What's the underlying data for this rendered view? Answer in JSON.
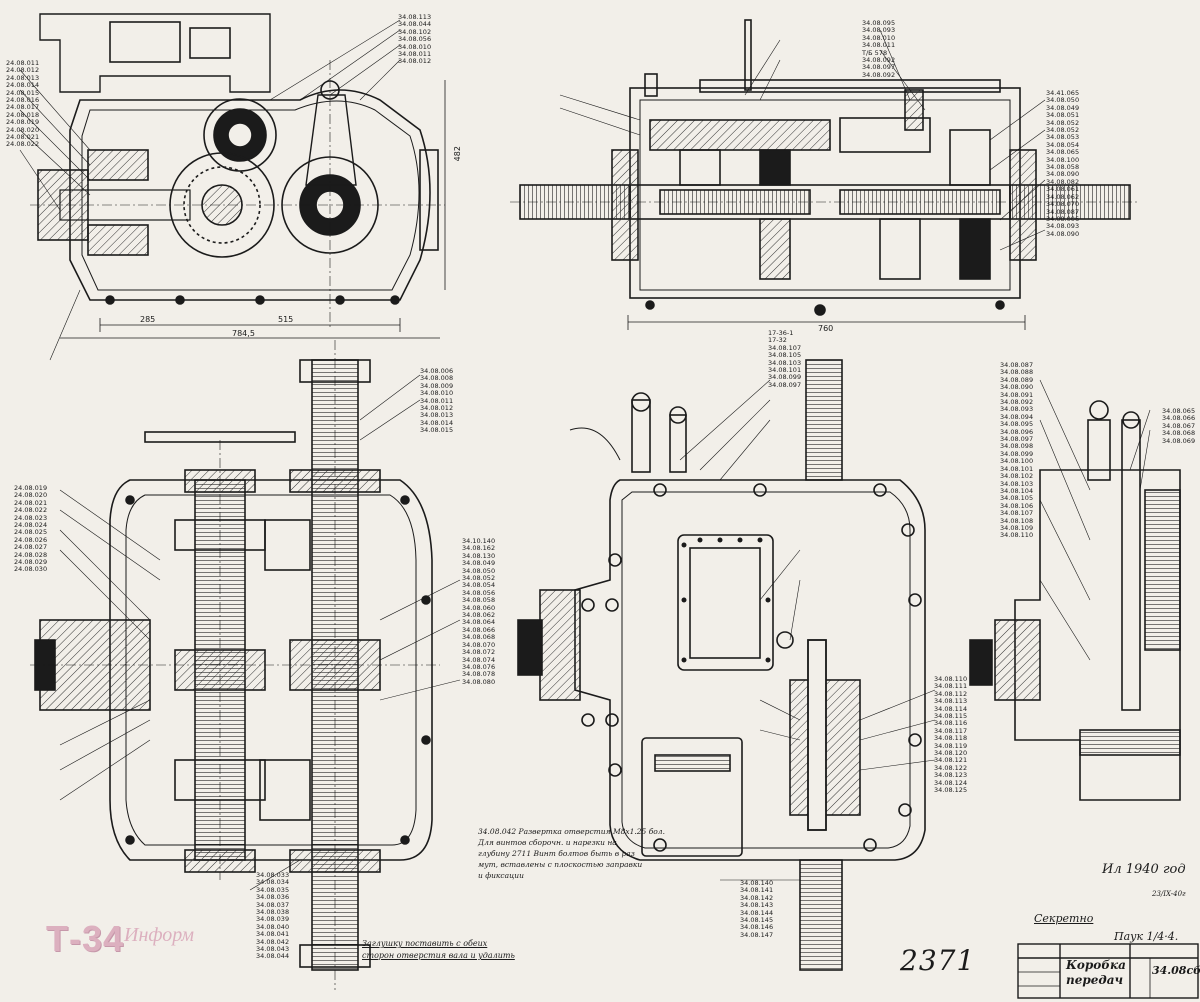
{
  "sheet": {
    "title_block": {
      "name_line1": "Коробка",
      "name_line2": "передач",
      "number": "34.08сб"
    },
    "classification": "Секретно",
    "signature_note": "Паук 1/4·4.",
    "date_note": "Ил 1940 год",
    "date_small": "23/IX-40г",
    "big_number": "2371"
  },
  "watermark": {
    "main": "Т-34",
    "sub": "Информ"
  },
  "notes": {
    "middle": [
      "34.08.042 Развертка отверстия М8х1.25 бол.",
      "Для винтов сборочн. и нарезки на",
      "глубину 2711 Винт болтов быть в раз",
      "мут, вставлены с плоскостью заправки",
      "и фиксации"
    ],
    "bottom": [
      "Заглушку поставить с обеих",
      "сторон отверстия вала и удалить"
    ]
  },
  "dimensions": {
    "front_total": "784,5",
    "front_left": "285",
    "front_right": "515",
    "side_total": "760",
    "front_height": "482"
  },
  "callouts": {
    "front_left": [
      "24.08.011",
      "24.08.012",
      "24.08.013",
      "24.08.014",
      "24.08.015",
      "24.08.016",
      "24.08.017",
      "24.08.018",
      "24.08.019",
      "24.08.020",
      "24.08.021",
      "24.08.022"
    ],
    "front_top": [
      "34.08.113",
      "34.08.044",
      "34.08.102",
      "34.08.056",
      "34.08.010",
      "34.08.011",
      "34.08.012"
    ],
    "side_top": [
      "34.08.095",
      "34.08.093",
      "34.08.010",
      "34.08.011",
      "Т/Б 578",
      "34.08.092",
      "34.08.097",
      "34.08.092"
    ],
    "side_right": [
      "34.41.065",
      "34.08.050",
      "34.08.049",
      "34.08.051",
      "34.08.052",
      "34.08.052",
      "34.08.053",
      "34.08.054",
      "34.08.065",
      "34.08.100",
      "34.08.058",
      "34.08.090",
      "34.08.082",
      "34.08.061",
      "34.08.062",
      "34.08.070",
      "34.08.087",
      "34.08.006",
      "34.08.093",
      "34.08.090"
    ],
    "plan_left": [
      "24.08.019",
      "24.08.020",
      "24.08.021",
      "24.08.022",
      "24.08.023",
      "24.08.024",
      "24.08.025",
      "24.08.026",
      "24.08.027",
      "24.08.028",
      "24.08.029",
      "24.08.030"
    ],
    "plan_right_top": [
      "34.08.006",
      "34.08.008",
      "34.08.009",
      "34.08.010",
      "34.08.011",
      "34.08.012",
      "34.08.013",
      "34.08.014",
      "34.08.015"
    ],
    "plan_mid": [
      "34.10.140",
      "34.08.162",
      "34.08.130",
      "34.08.049",
      "34.08.050",
      "34.08.052",
      "34.08.054",
      "34.08.056",
      "34.08.058",
      "34.08.060",
      "34.08.062",
      "34.08.064",
      "34.08.066",
      "34.08.068",
      "34.08.070",
      "34.08.072",
      "34.08.074",
      "34.08.076",
      "34.08.078",
      "34.08.080"
    ],
    "plan_bottom": [
      "34.08.033",
      "34.08.034",
      "34.08.035",
      "34.08.036",
      "34.08.037",
      "34.08.038",
      "34.08.039",
      "34.08.040",
      "34.08.041",
      "34.08.042",
      "34.08.043",
      "34.08.044"
    ],
    "rear_top": [
      "17-36-1",
      "17-32",
      "34.08.107",
      "34.08.105",
      "34.08.103",
      "34.08.101",
      "34.08.099",
      "34.08.097"
    ],
    "rear_right": [
      "34.08.110",
      "34.08.111",
      "34.08.112",
      "34.08.113",
      "34.08.114",
      "34.08.115",
      "34.08.116",
      "34.08.117",
      "34.08.118",
      "34.08.119",
      "34.08.120",
      "34.08.121",
      "34.08.122",
      "34.08.123",
      "34.08.124",
      "34.08.125"
    ],
    "rear_bottom": [
      "34.08.140",
      "34.08.141",
      "34.08.142",
      "34.08.143",
      "34.08.144",
      "34.08.145",
      "34.08.146",
      "34.08.147"
    ],
    "far_left": [
      "34.08.087",
      "34.08.088",
      "34.08.089",
      "34.08.090",
      "34.08.091",
      "34.08.092",
      "34.08.093",
      "34.08.094",
      "34.08.095",
      "34.08.096",
      "34.08.097",
      "34.08.098",
      "34.08.099",
      "34.08.100",
      "34.08.101",
      "34.08.102",
      "34.08.103",
      "34.08.104",
      "34.08.105",
      "34.08.106",
      "34.08.107",
      "34.08.108",
      "34.08.109",
      "34.08.110"
    ],
    "far_right": [
      "34.08.065",
      "34.08.066",
      "34.08.067",
      "34.08.068",
      "34.08.069"
    ]
  }
}
